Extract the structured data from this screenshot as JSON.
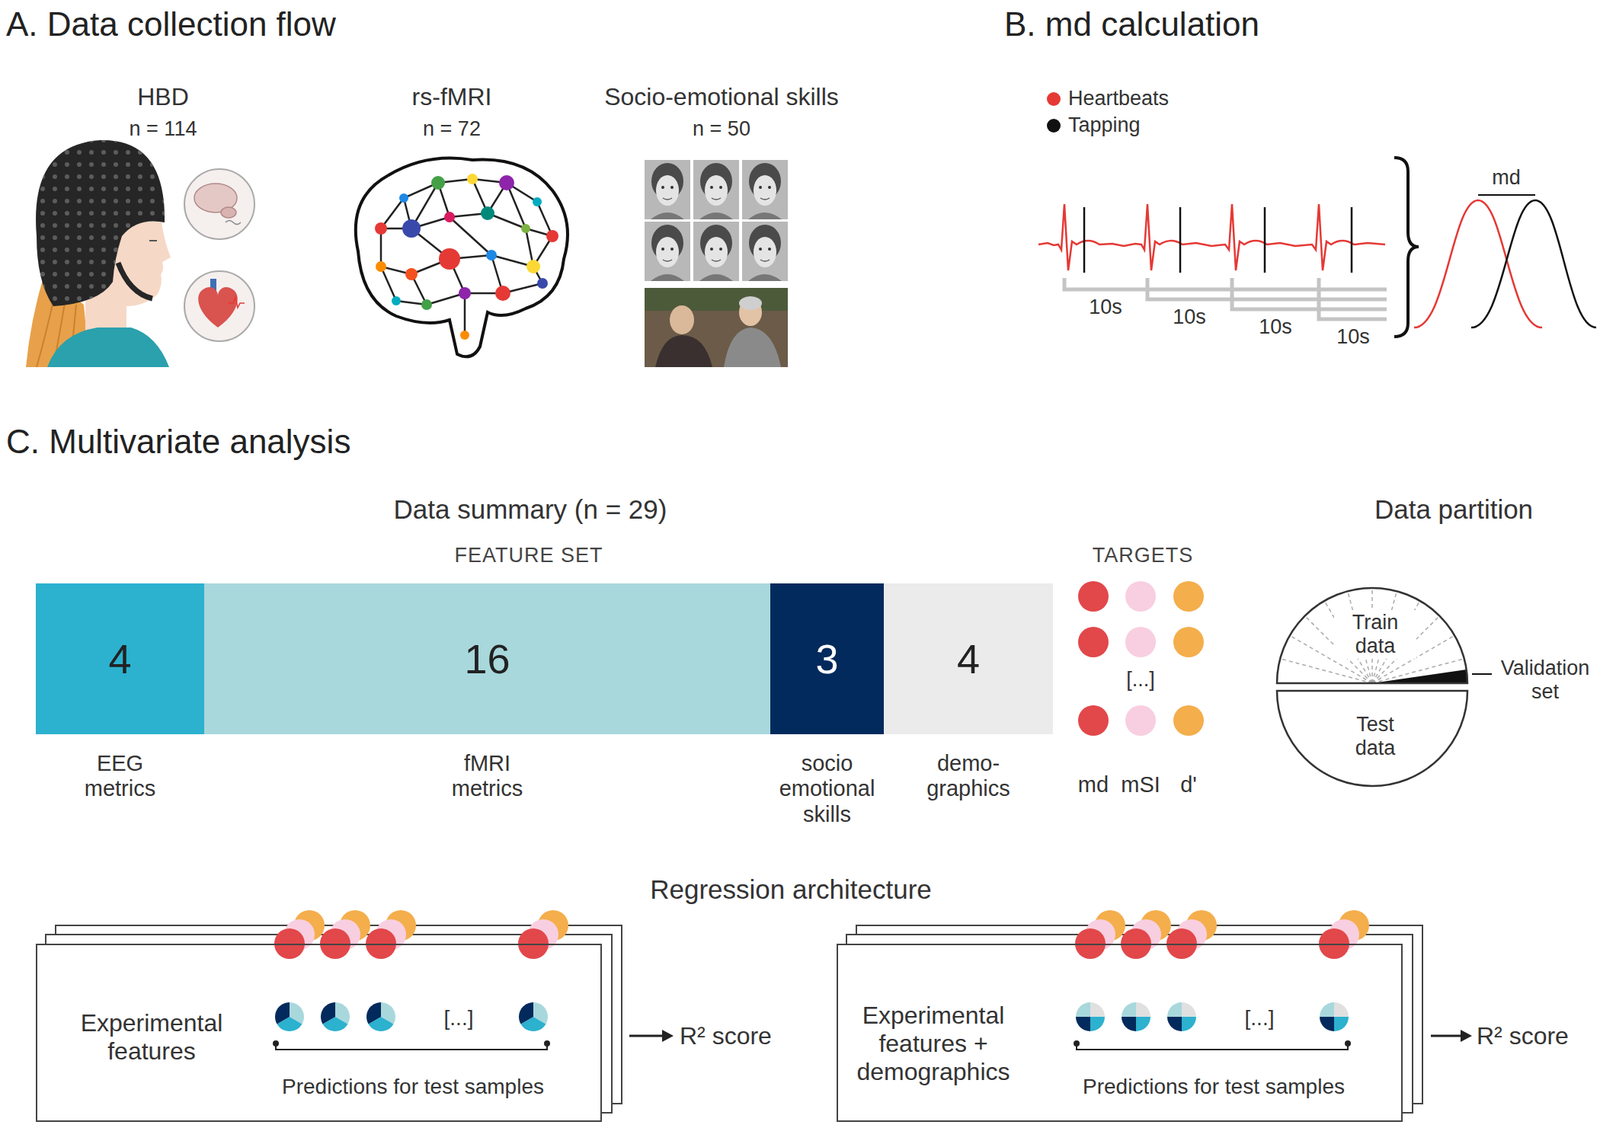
{
  "diagram": {
    "nodes": [
      {
        "text": [
          "4",
          "EEG metrics"
        ]
      },
      {
        "text": [
          "16",
          "fMRI metrics"
        ]
      },
      {
        "text": [
          "3",
          "socio emotional skills"
        ]
      },
      {
        "text": [
          "4",
          "demo- graphics"
        ]
      },
      {
        "text": [
          "Train data"
        ]
      },
      {
        "text": [
          "Test data"
        ]
      },
      {
        "text": [
          "Experimental features",
          "[...]",
          "Predictions for test samples"
        ]
      },
      {
        "text": [
          "Experimental features + demographics",
          "[...]",
          "Predictions for test samples"
        ]
      }
    ],
    "labels": [
      "A. Data collection flow",
      "HBD",
      "n = 114",
      "rs-fMRI",
      "n = 72",
      "Socio-emotional skills",
      "n = 50",
      "B. md calculation",
      "10s",
      "10s",
      "10s",
      "10s",
      "md",
      "C. Multivariate analysis",
      "Data summary (n = 29)",
      "FEATURE SET",
      "TARGETS",
      "[...]",
      "md",
      "mSI",
      "d'",
      "Data partition",
      "Validation set",
      "Regression architecture",
      "R² score",
      "R² score"
    ],
    "legend": [
      {
        "text": "Heartbeats",
        "color": "#e53935"
      },
      {
        "text": "Tapping",
        "color": "#111111"
      }
    ]
  }
}
